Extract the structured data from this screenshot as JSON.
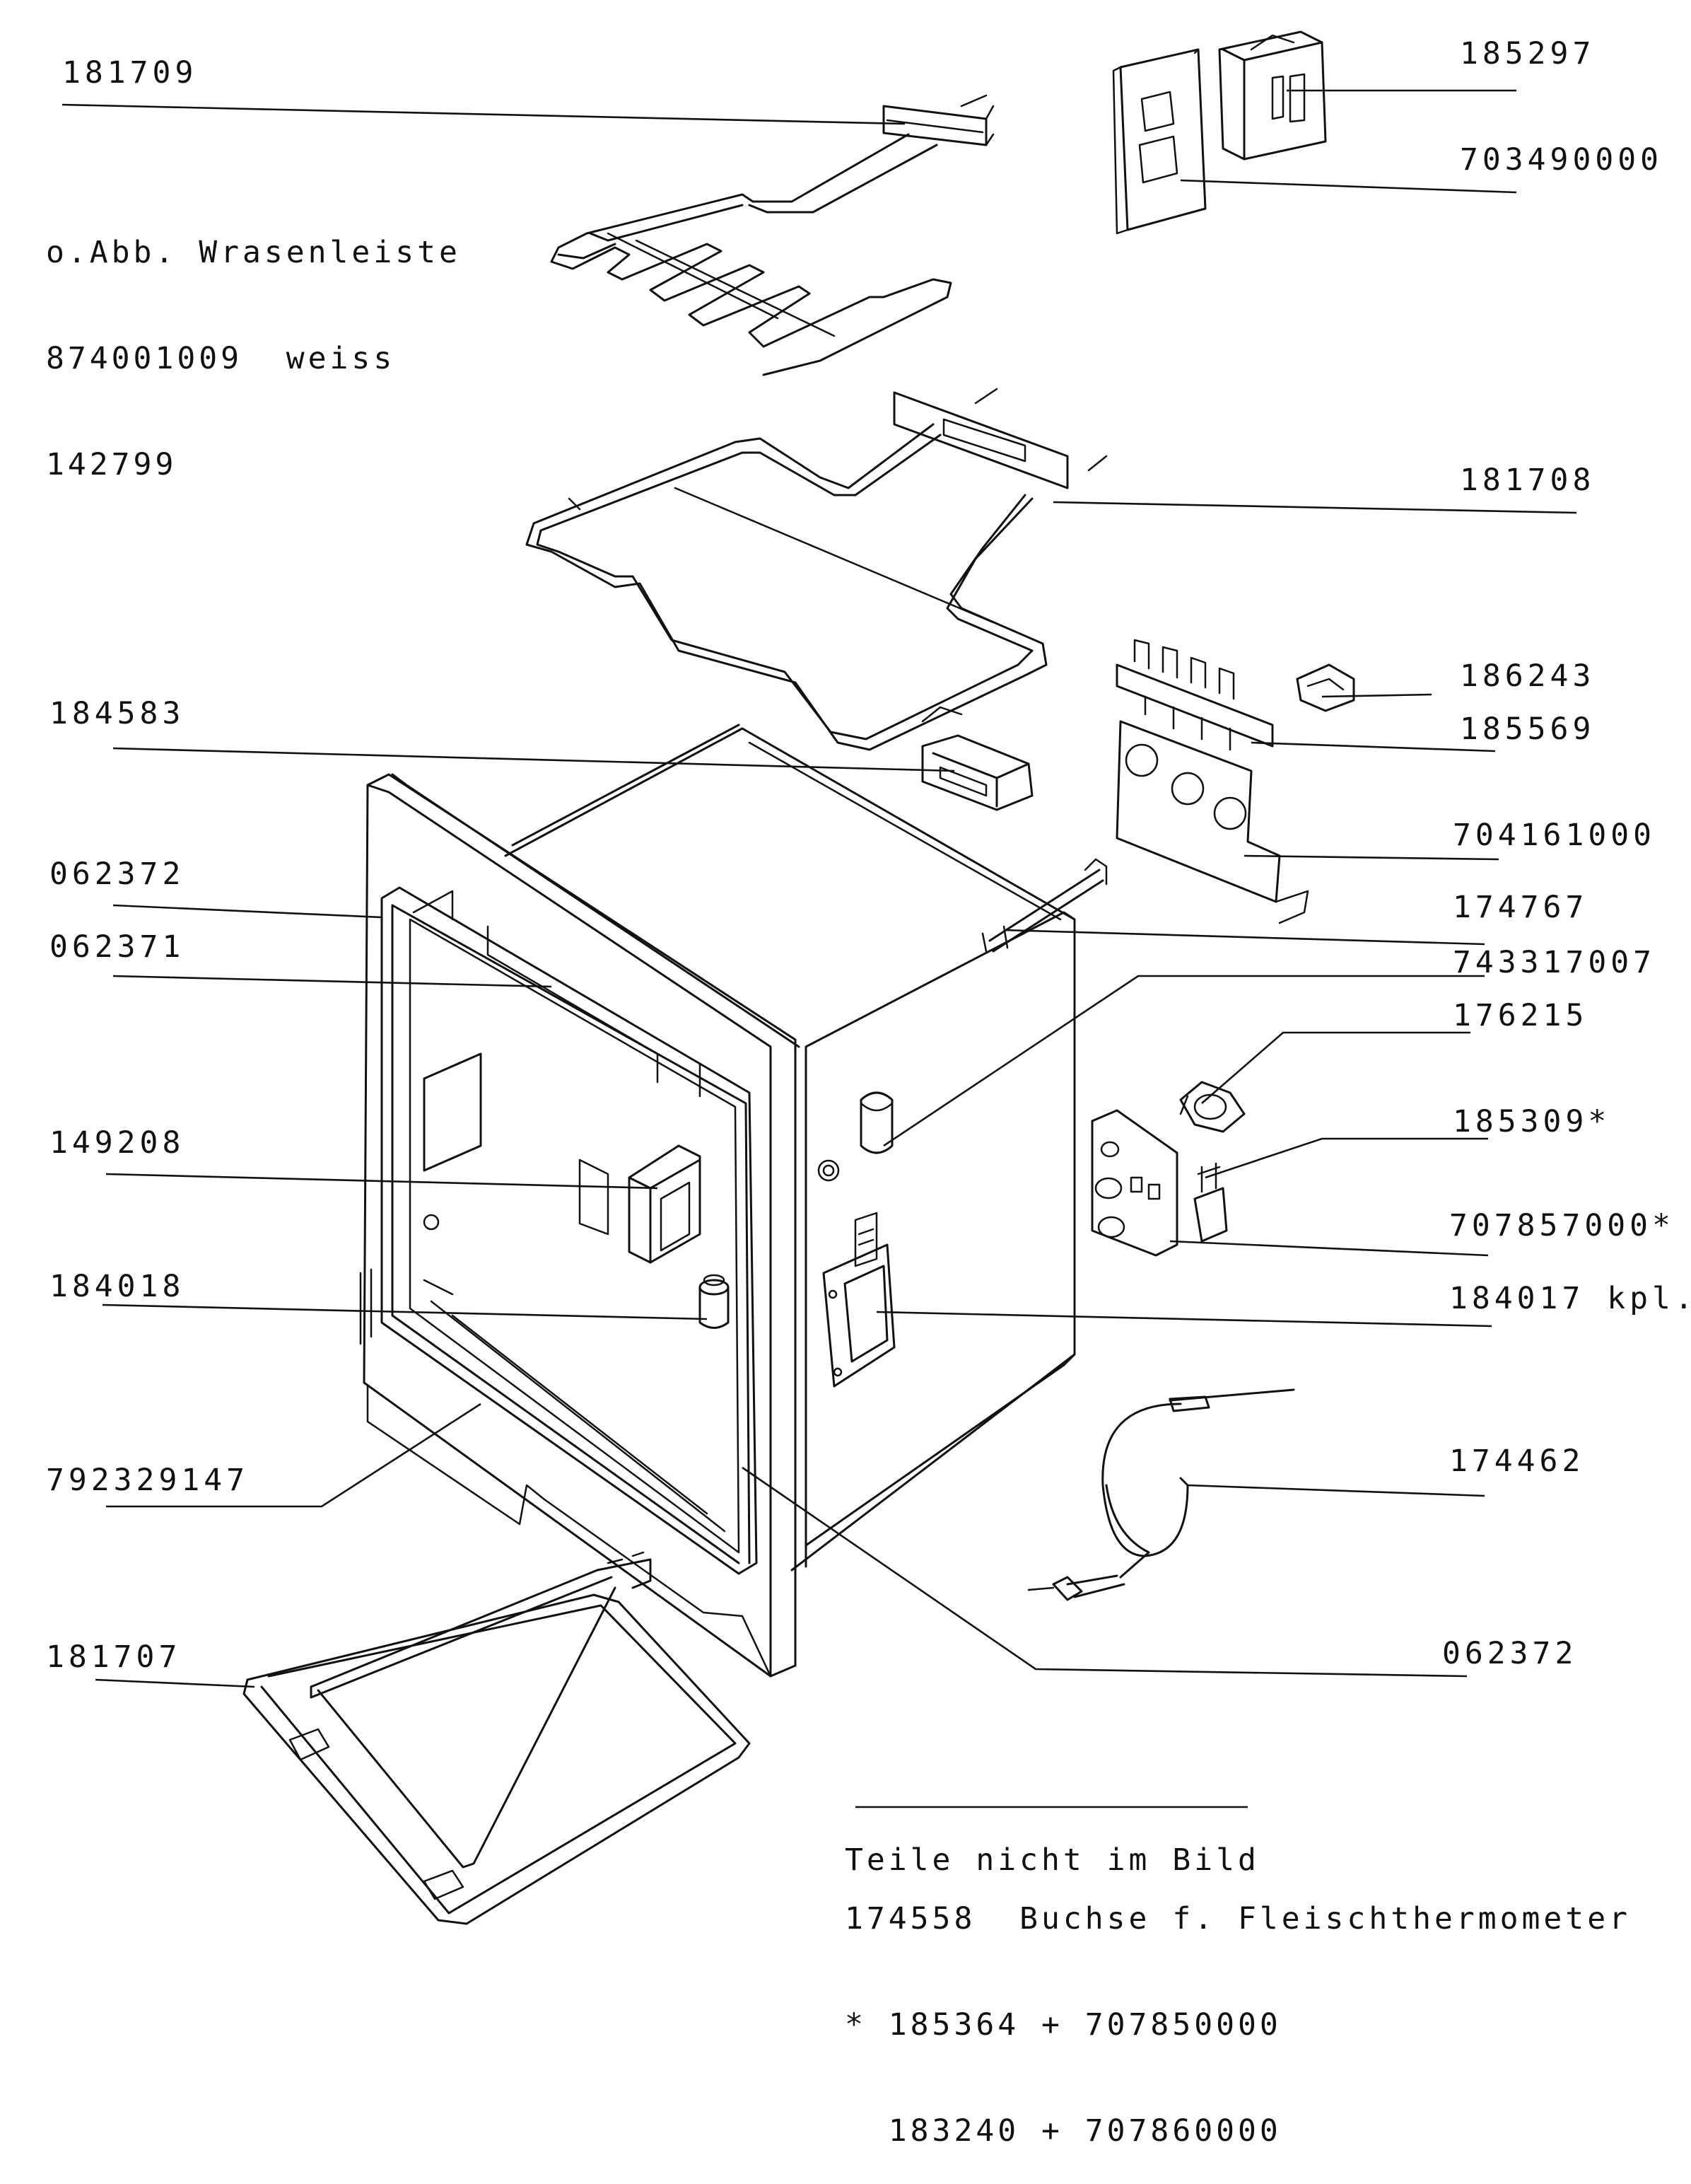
{
  "top_note": [
    "o.Abb. Wrasenleiste",
    "874001009  weiss",
    "142799"
  ],
  "labels": {
    "l181709": "181709",
    "l185297": "185297",
    "l703490000": "703490000",
    "l181708": "181708",
    "l186243": "186243",
    "l184583": "184583",
    "l185569": "185569",
    "l704161000": "704161000",
    "l062372a": "062372",
    "l174767": "174767",
    "l062371": "062371",
    "l743317007": "743317007",
    "l176215": "176215",
    "l149208": "149208",
    "l185309": "185309*",
    "l707857000": "707857000*",
    "l184018": "184018",
    "l184017": "184017 kpl.",
    "l792329147": "792329147",
    "l174462": "174462",
    "l181707": "181707",
    "l062372b": "062372"
  },
  "footer": {
    "heading": "Teile nicht im Bild",
    "lines": [
      "174558  Buchse f. Fleischthermometer",
      "* 185364 + 707850000",
      "  183240 + 707860000"
    ]
  }
}
